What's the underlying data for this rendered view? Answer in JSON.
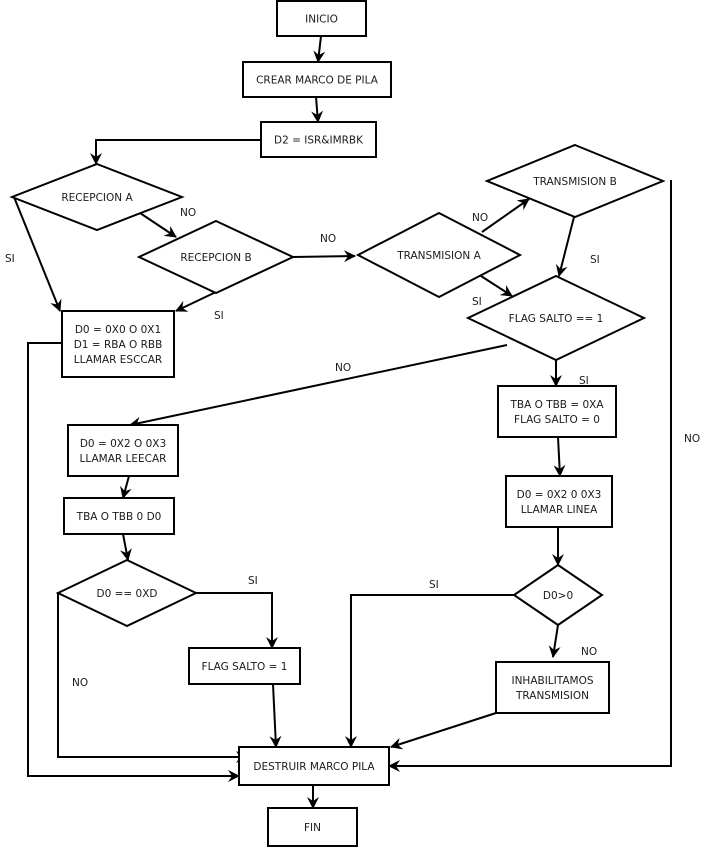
{
  "diagram": {
    "type": "flowchart",
    "nodes": {
      "inicio": {
        "kind": "terminal",
        "lines": [
          "INICIO"
        ]
      },
      "crear_marco": {
        "kind": "process",
        "lines": [
          "CREAR MARCO DE PILA"
        ]
      },
      "d2_isr": {
        "kind": "process",
        "lines": [
          "D2 = ISR&IMRBK"
        ]
      },
      "recepcion_a": {
        "kind": "decision",
        "lines": [
          "RECEPCION A"
        ]
      },
      "recepcion_b": {
        "kind": "decision",
        "lines": [
          "RECEPCION B"
        ]
      },
      "transmision_a": {
        "kind": "decision",
        "lines": [
          "TRANSMISION A"
        ]
      },
      "transmision_b": {
        "kind": "decision",
        "lines": [
          "TRANSMISION B"
        ]
      },
      "esccar": {
        "kind": "process",
        "lines": [
          "D0 = 0X0 O 0X1",
          "D1 = RBA O RBB",
          "LLAMAR ESCCAR"
        ]
      },
      "flag_salto_check": {
        "kind": "decision",
        "lines": [
          "FLAG SALTO == 1"
        ]
      },
      "tba_xa": {
        "kind": "process",
        "lines": [
          "TBA O TBB = 0XA",
          "FLAG SALTO = 0"
        ]
      },
      "leecar": {
        "kind": "process",
        "lines": [
          "D0 = 0X2 O 0X3",
          "LLAMAR LEECAR"
        ]
      },
      "linea": {
        "kind": "process",
        "lines": [
          "D0 = 0X2 0 0X3",
          "LLAMAR LINEA"
        ]
      },
      "tba_d0": {
        "kind": "process",
        "lines": [
          "TBA O TBB 0 D0"
        ]
      },
      "d0_xd": {
        "kind": "decision",
        "lines": [
          "D0 == 0XD"
        ]
      },
      "d0_gt0": {
        "kind": "decision",
        "lines": [
          "D0>0"
        ]
      },
      "flag_salto_set": {
        "kind": "process",
        "lines": [
          "FLAG SALTO = 1"
        ]
      },
      "inhabilitar": {
        "kind": "process",
        "lines": [
          "INHABILITAMOS",
          "TRANSMISION"
        ]
      },
      "destruir_marco": {
        "kind": "process",
        "lines": [
          "DESTRUIR MARCO PILA"
        ]
      },
      "fin": {
        "kind": "terminal",
        "lines": [
          "FIN"
        ]
      }
    },
    "edges": [
      {
        "from": "inicio",
        "to": "crear_marco",
        "label": ""
      },
      {
        "from": "crear_marco",
        "to": "d2_isr",
        "label": ""
      },
      {
        "from": "d2_isr",
        "to": "recepcion_a",
        "label": ""
      },
      {
        "from": "recepcion_a",
        "to": "esccar",
        "label": "SI"
      },
      {
        "from": "recepcion_a",
        "to": "recepcion_b",
        "label": "NO"
      },
      {
        "from": "recepcion_b",
        "to": "esccar",
        "label": "SI"
      },
      {
        "from": "recepcion_b",
        "to": "transmision_a",
        "label": "NO"
      },
      {
        "from": "transmision_a",
        "to": "transmision_b",
        "label": "NO"
      },
      {
        "from": "transmision_a",
        "to": "flag_salto_check",
        "label": "SI"
      },
      {
        "from": "transmision_b",
        "to": "flag_salto_check",
        "label": "SI"
      },
      {
        "from": "transmision_b",
        "to": "destruir_marco",
        "label": "NO"
      },
      {
        "from": "esccar",
        "to": "destruir_marco",
        "label": ""
      },
      {
        "from": "flag_salto_check",
        "to": "leecar",
        "label": "NO"
      },
      {
        "from": "flag_salto_check",
        "to": "tba_xa",
        "label": "SI"
      },
      {
        "from": "tba_xa",
        "to": "linea",
        "label": ""
      },
      {
        "from": "linea",
        "to": "d0_gt0",
        "label": ""
      },
      {
        "from": "d0_gt0",
        "to": "destruir_marco",
        "label": "SI"
      },
      {
        "from": "d0_gt0",
        "to": "inhabilitar",
        "label": "NO"
      },
      {
        "from": "inhabilitar",
        "to": "destruir_marco",
        "label": ""
      },
      {
        "from": "leecar",
        "to": "tba_d0",
        "label": ""
      },
      {
        "from": "tba_d0",
        "to": "d0_xd",
        "label": ""
      },
      {
        "from": "d0_xd",
        "to": "flag_salto_set",
        "label": "SI"
      },
      {
        "from": "d0_xd",
        "to": "destruir_marco",
        "label": "NO"
      },
      {
        "from": "flag_salto_set",
        "to": "destruir_marco",
        "label": ""
      },
      {
        "from": "destruir_marco",
        "to": "fin",
        "label": ""
      }
    ],
    "colors": {
      "stroke": "#000000",
      "fill": "#ffffff",
      "text": "#1a1a1a"
    }
  }
}
